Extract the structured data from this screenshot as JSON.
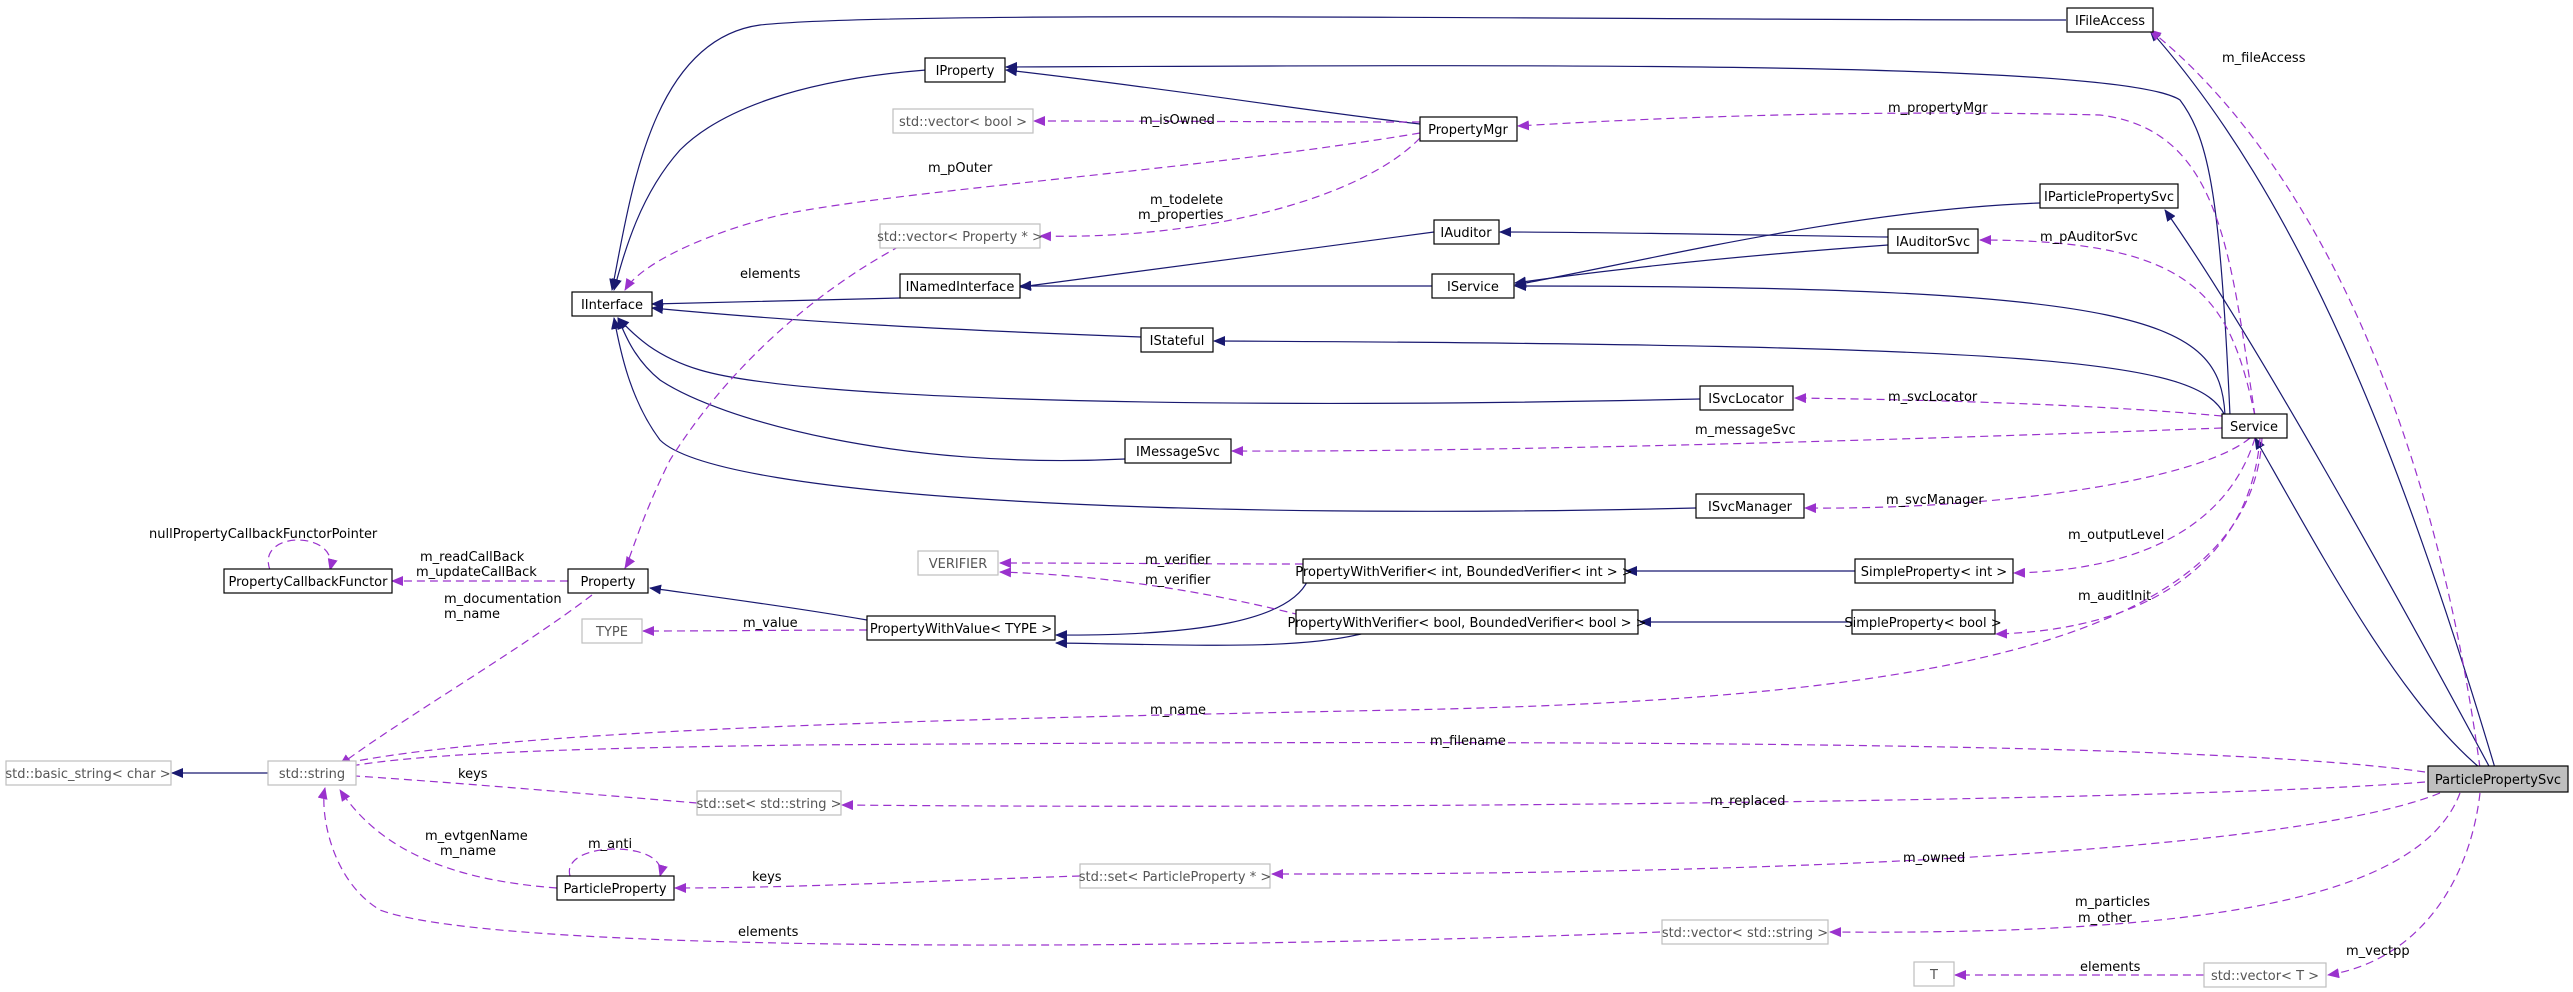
{
  "colors": {
    "inheritance": "#191970",
    "usage": "#9a32cd",
    "focus_fill": "#bfbfbf",
    "template_border": "#bfbfbf"
  },
  "nodes": {
    "IFileAccess": "IFileAccess",
    "IProperty": "IProperty",
    "vector_bool": "std::vector< bool >",
    "PropertyMgr": "PropertyMgr",
    "IParticlePropertySvc": "IParticlePropertySvc",
    "vector_property_ptr": "std::vector< Property * >",
    "IAuditor": "IAuditor",
    "IAuditorSvc": "IAuditorSvc",
    "IInterface": "IInterface",
    "INamedInterface": "INamedInterface",
    "IService": "IService",
    "IStateful": "IStateful",
    "ISvcLocator": "ISvcLocator",
    "Service": "Service",
    "IMessageSvc": "IMessageSvc",
    "ISvcManager": "ISvcManager",
    "PropertyCallbackFunctor": "PropertyCallbackFunctor",
    "Property": "Property",
    "VERIFIER": "VERIFIER",
    "PWV_int": "PropertyWithVerifier< int, BoundedVerifier< int > >",
    "SimpleProperty_int": "SimpleProperty< int >",
    "TYPE": "TYPE",
    "PropertyWithValue": "PropertyWithValue< TYPE >",
    "PWV_bool": "PropertyWithVerifier< bool, BoundedVerifier< bool > >",
    "SimpleProperty_bool": "SimpleProperty< bool >",
    "basic_string": "std::basic_string< char >",
    "std_string": "std::string",
    "ParticlePropertySvc": "ParticlePropertySvc",
    "set_string": "std::set< std::string >",
    "set_particle_ptr": "std::set< ParticleProperty * >",
    "ParticleProperty": "ParticleProperty",
    "vector_string": "std::vector< std::string >",
    "T": "T",
    "vector_T": "std::vector< T >"
  },
  "edge_labels": {
    "m_fileAccess": "m_fileAccess",
    "m_propertyMgr": "m_propertyMgr",
    "m_isOwned": "m_isOwned",
    "m_pOuter": "m_pOuter",
    "m_todelete": "m_todelete",
    "m_properties": "m_properties",
    "elements_property": "elements",
    "m_pAuditorSvc": "m_pAuditorSvc",
    "m_svcLocator": "m_svcLocator",
    "m_messageSvc": "m_messageSvc",
    "m_svcManager": "m_svcManager",
    "m_outputLevel": "m_outputLevel",
    "m_auditInit": "m_auditInit",
    "nullPropertyCallbackFunctorPointer": "nullPropertyCallbackFunctorPointer",
    "m_readCallBack": "m_readCallBack",
    "m_updateCallBack": "m_updateCallBack",
    "m_documentation": "m_documentation",
    "m_name_property": "m_name",
    "m_verifier_1": "m_verifier",
    "m_verifier_2": "m_verifier",
    "m_value": "m_value",
    "m_name_service": "m_name",
    "m_filename": "m_filename",
    "keys_string": "keys",
    "m_replaced": "m_replaced",
    "m_evtgenName": "m_evtgenName",
    "m_name_particle": "m_name",
    "m_anti": "m_anti",
    "keys_particle": "keys",
    "m_owned": "m_owned",
    "m_particles": "m_particles",
    "m_other": "m_other",
    "elements_string": "elements",
    "m_vectpp": "m_vectpp",
    "elements_T": "elements"
  }
}
